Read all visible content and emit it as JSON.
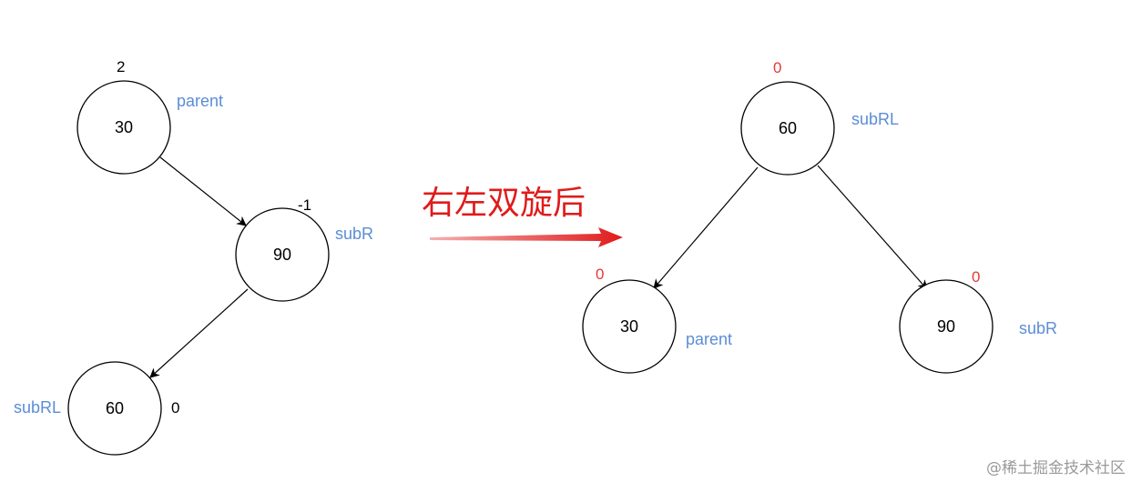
{
  "before": {
    "nodes": {
      "parent": {
        "value": "30",
        "label": "parent",
        "bf": "2"
      },
      "subR": {
        "value": "90",
        "label": "subR",
        "bf": "-1"
      },
      "subRL": {
        "value": "60",
        "label": "subRL",
        "bf": "0"
      }
    }
  },
  "transition": {
    "caption": "右左双旋后",
    "arrow_color": "#E01B1B"
  },
  "after": {
    "nodes": {
      "subRL": {
        "value": "60",
        "label": "subRL",
        "bf": "0"
      },
      "parent": {
        "value": "30",
        "label": "parent",
        "bf": "0"
      },
      "subR": {
        "value": "90",
        "label": "subR",
        "bf": "0"
      }
    }
  },
  "colors": {
    "label_blue": "#5B8DD6",
    "bf_red": "#E53935"
  },
  "watermark": "@稀土掘金技术社区"
}
